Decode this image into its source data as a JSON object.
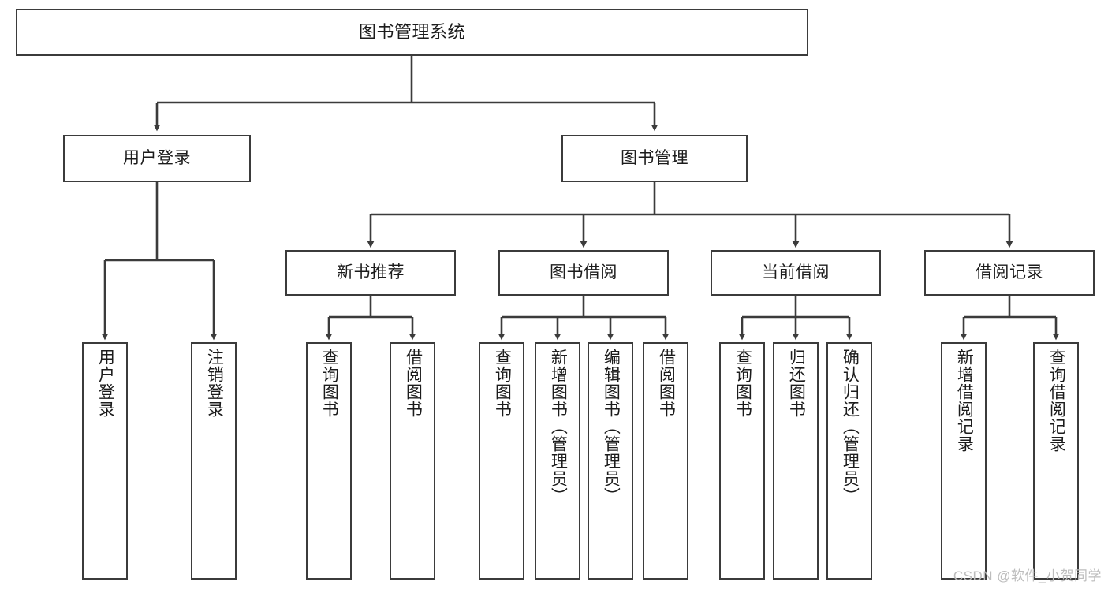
{
  "diagram": {
    "title": "图书管理系统",
    "watermark": "CSDN @软件_小贺同学",
    "type": "tree-hierarchy-diagram",
    "accent_border_color": "#3b3b3b",
    "background_color": "#ffffff",
    "root": {
      "id": "root",
      "label": "图书管理系统"
    },
    "level2": [
      {
        "id": "user-login",
        "label": "用户登录"
      },
      {
        "id": "book-management",
        "label": "图书管理"
      }
    ],
    "level3": [
      {
        "id": "new-book-recommend",
        "label": "新书推荐",
        "parent": "book-management"
      },
      {
        "id": "book-borrow",
        "label": "图书借阅",
        "parent": "book-management"
      },
      {
        "id": "current-borrow",
        "label": "当前借阅",
        "parent": "book-management"
      },
      {
        "id": "borrow-record",
        "label": "借阅记录",
        "parent": "book-management"
      }
    ],
    "leaves": [
      {
        "id": "leaf-user-login",
        "label": "用户登录",
        "parent": "user-login"
      },
      {
        "id": "leaf-logout-login",
        "label": "注销登录",
        "parent": "user-login"
      },
      {
        "id": "leaf-query-book-1",
        "label": "查询图书",
        "parent": "new-book-recommend"
      },
      {
        "id": "leaf-borrow-book-1",
        "label": "借阅图书",
        "parent": "new-book-recommend"
      },
      {
        "id": "leaf-query-book-2",
        "label": "查询图书",
        "parent": "book-borrow"
      },
      {
        "id": "leaf-add-book",
        "label": "新增图书（管理员）",
        "parent": "book-borrow"
      },
      {
        "id": "leaf-edit-book",
        "label": "编辑图书（管理员）",
        "parent": "book-borrow"
      },
      {
        "id": "leaf-borrow-book-2",
        "label": "借阅图书",
        "parent": "book-borrow"
      },
      {
        "id": "leaf-query-book-3",
        "label": "查询图书",
        "parent": "current-borrow"
      },
      {
        "id": "leaf-return-book",
        "label": "归还图书",
        "parent": "current-borrow"
      },
      {
        "id": "leaf-confirm-return",
        "label": "确认归还（管理员）",
        "parent": "current-borrow"
      },
      {
        "id": "leaf-add-borrow-record",
        "label": "新增借阅记录",
        "parent": "borrow-record"
      },
      {
        "id": "leaf-query-borrow-record",
        "label": "查询借阅记录",
        "parent": "borrow-record"
      }
    ]
  }
}
